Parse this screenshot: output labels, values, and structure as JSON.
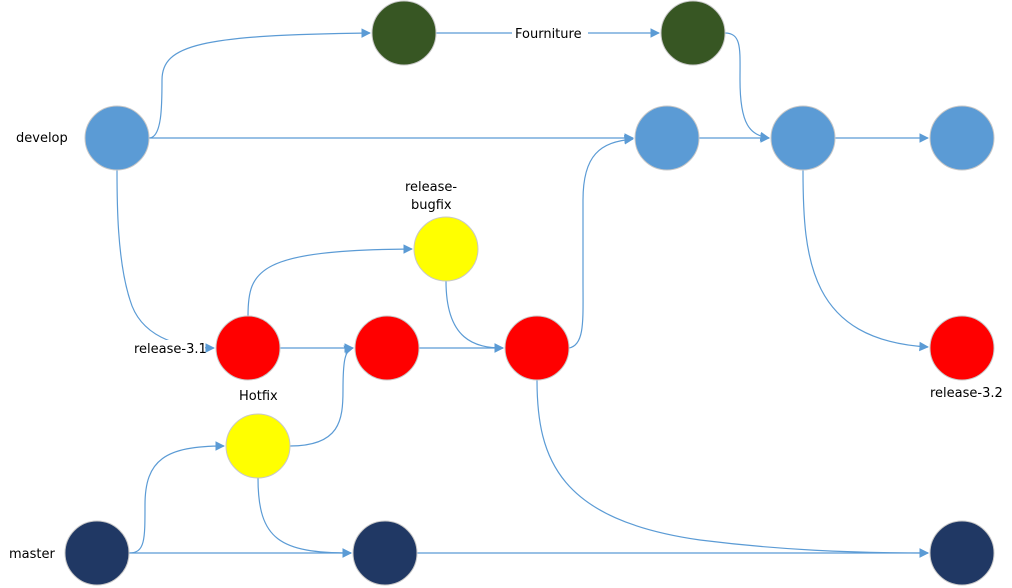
{
  "title": "Git branching flow diagram",
  "colors": {
    "develop": "#5B9BD5",
    "feature": "#375623",
    "release": "#FF0000",
    "bugfix": "#FFFF00",
    "master": "#203864",
    "edge": "#5B9BD5"
  },
  "labels": {
    "develop": "develop",
    "master": "master",
    "feature_edge": "Fourniture",
    "release_bugfix_line1": "release-",
    "release_bugfix_line2": "bugfix",
    "release_31": "release-3.1",
    "hotfix": "Hotfix",
    "release_32": "release-3.2"
  },
  "nodes": [
    {
      "id": "develop-1",
      "branch": "develop"
    },
    {
      "id": "develop-2",
      "branch": "develop"
    },
    {
      "id": "develop-3",
      "branch": "develop"
    },
    {
      "id": "develop-4",
      "branch": "develop"
    },
    {
      "id": "feature-1",
      "branch": "feature"
    },
    {
      "id": "feature-2",
      "branch": "feature"
    },
    {
      "id": "release-bugfix",
      "branch": "bugfix"
    },
    {
      "id": "release-3-1-a",
      "branch": "release"
    },
    {
      "id": "release-3-1-b",
      "branch": "release"
    },
    {
      "id": "release-3-1-c",
      "branch": "release"
    },
    {
      "id": "release-3-2",
      "branch": "release"
    },
    {
      "id": "hotfix",
      "branch": "bugfix"
    },
    {
      "id": "master-1",
      "branch": "master"
    },
    {
      "id": "master-2",
      "branch": "master"
    },
    {
      "id": "master-3",
      "branch": "master"
    }
  ],
  "edges": [
    {
      "from": "develop-1",
      "to": "feature-1"
    },
    {
      "from": "feature-1",
      "to": "feature-2",
      "label": "Fourniture"
    },
    {
      "from": "feature-2",
      "to": "develop-3"
    },
    {
      "from": "develop-1",
      "to": "develop-2"
    },
    {
      "from": "develop-2",
      "to": "develop-3"
    },
    {
      "from": "develop-3",
      "to": "develop-4"
    },
    {
      "from": "develop-1",
      "to": "release-3-1-a"
    },
    {
      "from": "release-3-1-a",
      "to": "release-bugfix"
    },
    {
      "from": "release-3-1-a",
      "to": "release-3-1-b"
    },
    {
      "from": "release-bugfix",
      "to": "release-3-1-c"
    },
    {
      "from": "release-3-1-b",
      "to": "release-3-1-c"
    },
    {
      "from": "release-3-1-c",
      "to": "develop-2"
    },
    {
      "from": "release-3-1-c",
      "to": "master-3"
    },
    {
      "from": "develop-3",
      "to": "release-3-2"
    },
    {
      "from": "master-1",
      "to": "hotfix"
    },
    {
      "from": "hotfix",
      "to": "release-3-1-b"
    },
    {
      "from": "hotfix",
      "to": "master-2"
    },
    {
      "from": "master-1",
      "to": "master-2"
    },
    {
      "from": "master-2",
      "to": "master-3"
    }
  ]
}
